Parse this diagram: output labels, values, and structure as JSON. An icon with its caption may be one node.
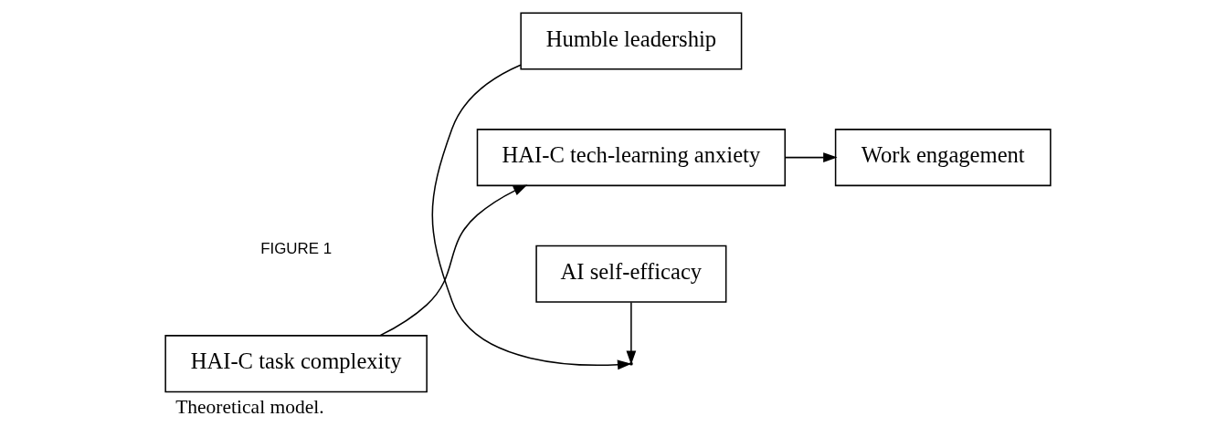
{
  "diagram": {
    "caption": "Theoretical model.",
    "nodes": [
      {
        "text": [
          "Humble leadership"
        ]
      },
      {
        "text": [
          "HAI-C task complexity"
        ]
      },
      {
        "text": [
          "HAI-C tech-learning anxiety"
        ]
      },
      {
        "text": [
          "Work engagement"
        ]
      },
      {
        "text": [
          "AI self-efficacy"
        ]
      }
    ],
    "edges": [
      {
        "from": 1,
        "to": 2,
        "arrow": "to"
      },
      {
        "from": 2,
        "to": 3,
        "arrow": "to"
      },
      {
        "from": 0,
        "to": null,
        "arrow": "to"
      },
      {
        "from": 4,
        "to": null,
        "arrow": "to"
      }
    ],
    "labels": [
      "FIGURE 1"
    ]
  }
}
